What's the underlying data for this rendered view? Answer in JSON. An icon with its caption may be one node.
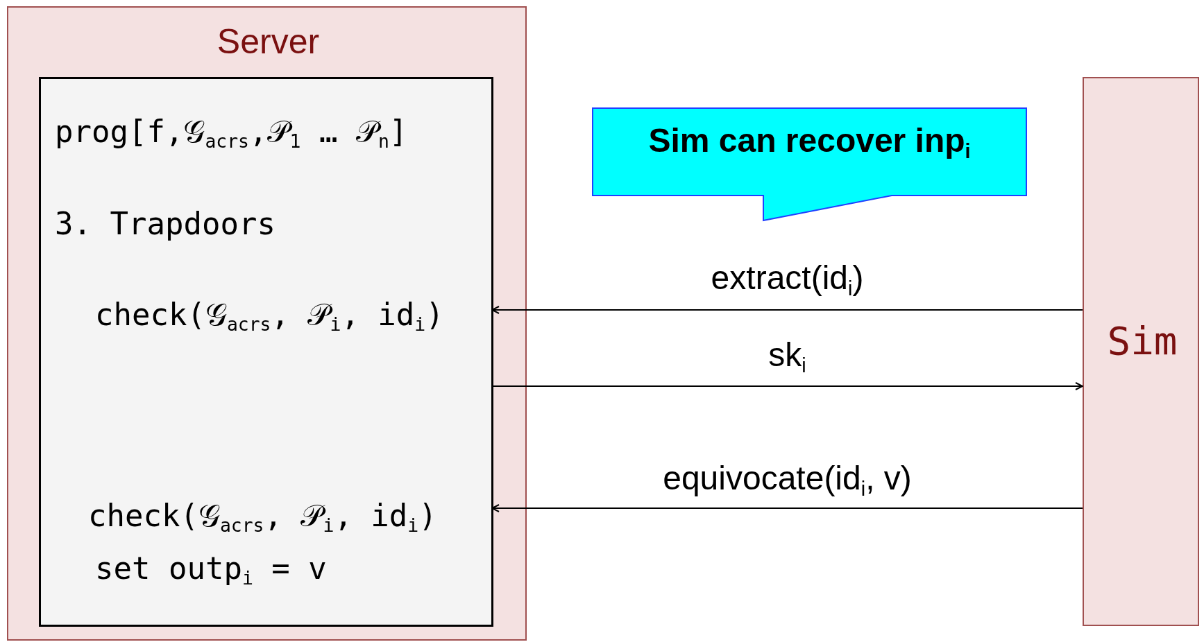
{
  "diagram": {
    "nodes": [
      {
        "text": [
          "Server"
        ]
      },
      {
        "text": [
          "prog[f,𝒢$_{acrs}$,𝒫$_{1}$ … 𝒫$_{n}$]",
          "3. Trapdoors",
          "check(𝒢$_{acrs}$, 𝒫$_{i}$, id$_{i}$)",
          "check(𝒢$_{acrs}$, 𝒫$_{i}$, id$_{i}$)",
          "set outp$_{i}$ = v"
        ],
        "in": 0
      },
      {
        "text": [
          "Sim can recover inp$_{i}$"
        ]
      },
      {
        "text": [
          "Sim"
        ]
      }
    ],
    "edges": [
      {
        "from": 3,
        "to": 1,
        "arrow": "to",
        "label": "extract(id$_{i}$)"
      },
      {
        "from": 1,
        "to": 3,
        "arrow": "to",
        "label": "sk$_{i}$"
      },
      {
        "from": 3,
        "to": 1,
        "arrow": "to",
        "label": "equivocate(id$_{i}$, v)"
      }
    ]
  }
}
